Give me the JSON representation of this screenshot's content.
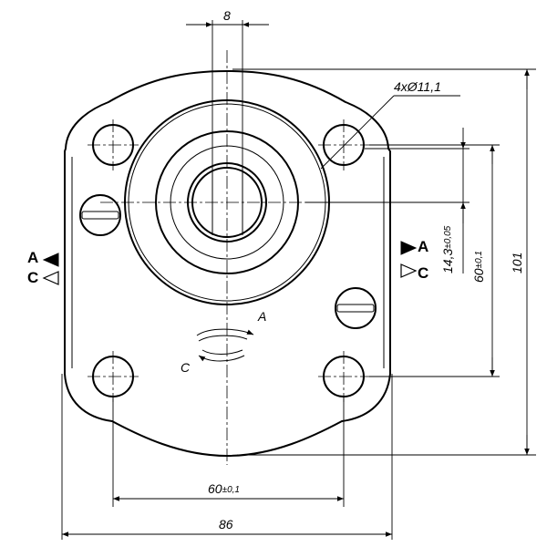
{
  "dimensions": {
    "shaft_width": "8",
    "holes": "4xØ11,1",
    "bore_offset": "14,3",
    "bore_offset_tol": "±0,05",
    "bolt_spacing_v": "60",
    "bolt_spacing_v_tol": "±0,1",
    "height": "101",
    "bolt_spacing_h": "60",
    "bolt_spacing_h_tol": "±0,1",
    "width": "86"
  },
  "rotation": {
    "left_A": "A",
    "left_C": "C",
    "right_A": "A",
    "right_C": "C",
    "arrow_A": "A",
    "arrow_C": "C"
  }
}
